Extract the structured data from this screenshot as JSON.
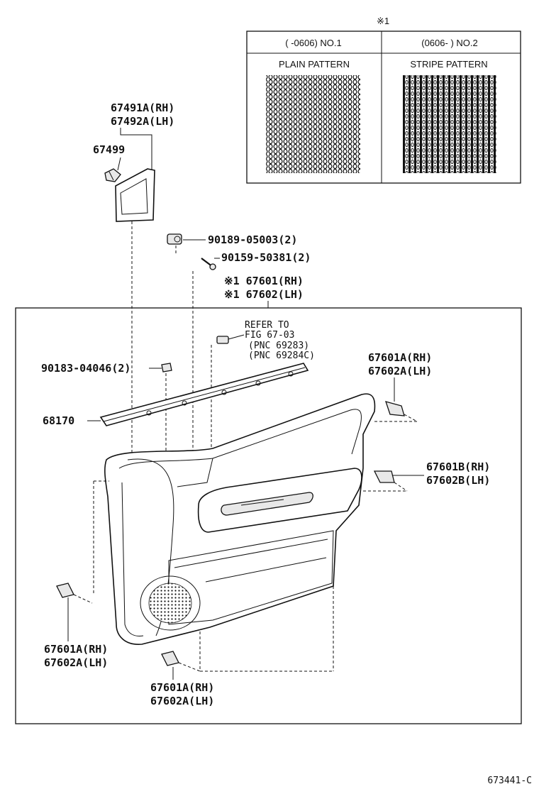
{
  "note_mark": "※1",
  "table": {
    "col1_header": "(       -0606) NO.1",
    "col2_header": "(0606-       ) NO.2",
    "col1_pattern": "PLAIN PATTERN",
    "col2_pattern": "STRIPE PATTERN"
  },
  "labels": {
    "p67491a": "67491A(RH)",
    "p67492a": "67492A(LH)",
    "p67499": "67499",
    "p90189": "90189-05003(2)",
    "p90159": "90159-50381(2)",
    "p67601": "※1 67601(RH)",
    "p67602": "※1 67602(LH)",
    "refer1": "REFER TO",
    "refer2": "FIG 67-03",
    "refer3": "(PNC 69283)",
    "refer4": "(PNC 69284C)",
    "p90183": "90183-04046(2)",
    "p68170": "68170",
    "tr_a1": "67601A(RH)",
    "tr_a2": "67602A(LH)",
    "tr_b1": "67601B(RH)",
    "tr_b2": "67602B(LH)",
    "bl_a1": "67601A(RH)",
    "bl_a2": "67602A(LH)",
    "bm_a1": "67601A(RH)",
    "bm_a2": "67602A(LH)"
  },
  "figure_code": "673441-C",
  "icons": [
    "clip-icon",
    "screw-icon",
    "nut-icon",
    "door-trim-panel-icon",
    "weatherstrip-icon",
    "mirror-cover-icon",
    "speaker-grille-icon"
  ]
}
